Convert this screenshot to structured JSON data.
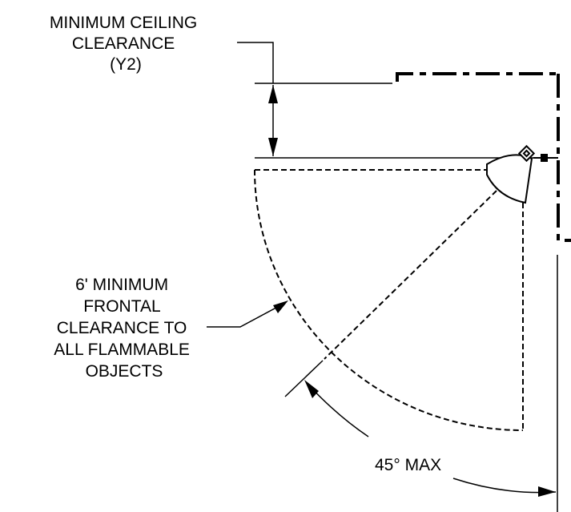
{
  "labels": {
    "ceiling_clearance": [
      "MINIMUM CEILING",
      "CLEARANCE",
      "(Y2)"
    ],
    "frontal_clearance": [
      "6' MINIMUM",
      "FRONTAL",
      "CLEARANCE TO",
      "ALL FLAMMABLE",
      "OBJECTS"
    ],
    "angle": "45° MAX"
  },
  "colors": {
    "ink": "#000000",
    "background": "#ffffff"
  }
}
